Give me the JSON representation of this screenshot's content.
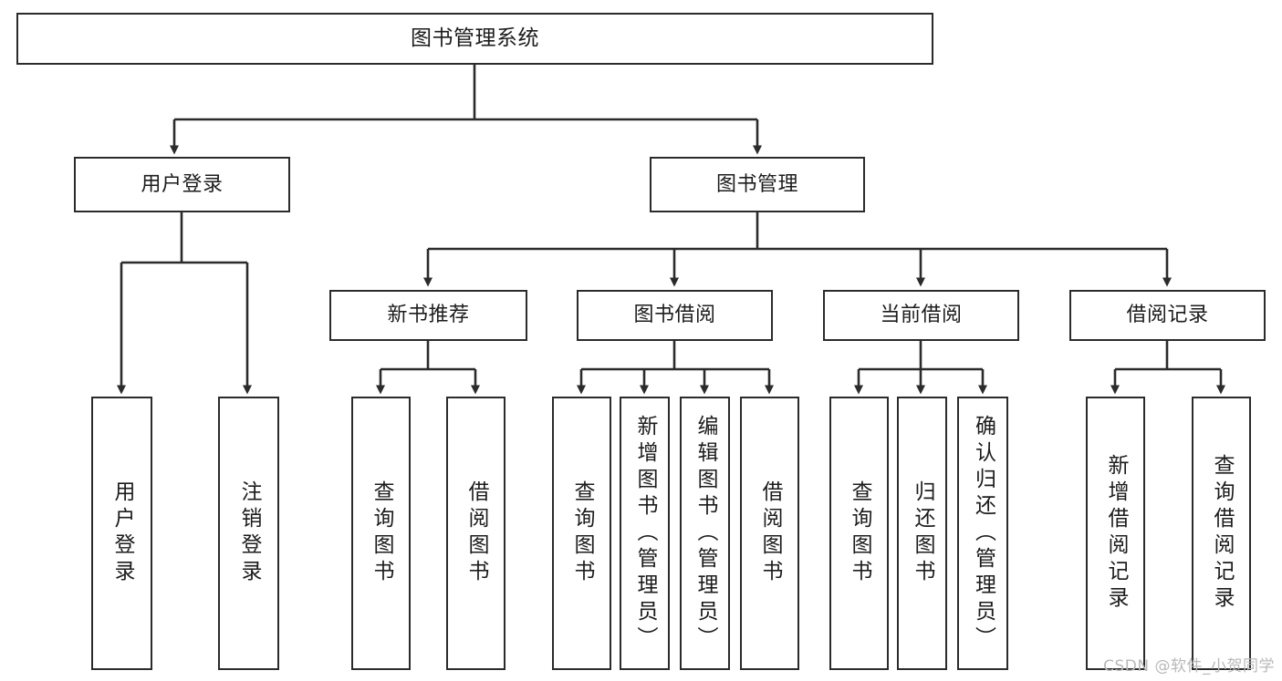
{
  "diagram": {
    "title": "图书管理系统",
    "type": "tree-hierarchy",
    "background_color": "#ffffff",
    "line_color": "#2b2b2b",
    "box_border_color": "#2b2b2b",
    "text_color": "#1c1c1c"
  },
  "watermark": {
    "text": "CSDN @软件_小贺同学",
    "color": "#b9b9b9"
  },
  "nodes": {
    "root": {
      "label": "图书管理系统"
    },
    "level2": [
      {
        "label": "用户登录"
      },
      {
        "label": "图书管理"
      }
    ],
    "level3": [
      {
        "label": "新书推荐"
      },
      {
        "label": "图书借阅"
      },
      {
        "label": "当前借阅"
      },
      {
        "label": "借阅记录"
      }
    ],
    "leaves": {
      "user_login": [
        {
          "label": "用户登录"
        },
        {
          "label": "注销登录"
        }
      ],
      "new_book_recommend": [
        {
          "label": "查询图书"
        },
        {
          "label": "借阅图书"
        }
      ],
      "book_borrow": [
        {
          "label": "查询图书"
        },
        {
          "label": "新增图书（管理员）"
        },
        {
          "label": "编辑图书（管理员）"
        },
        {
          "label": "借阅图书"
        }
      ],
      "current_borrow": [
        {
          "label": "查询图书"
        },
        {
          "label": "归还图书"
        },
        {
          "label": "确认归还（管理员）"
        }
      ],
      "borrow_record": [
        {
          "label": "新增借阅记录"
        },
        {
          "label": "查询借阅记录"
        }
      ]
    }
  }
}
